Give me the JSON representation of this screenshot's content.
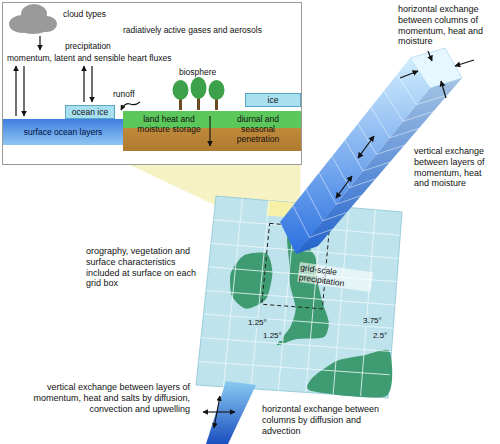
{
  "diagram": {
    "nodes": [
      {
        "text": [
          "cloud types",
          "radiatively active gases and aerosols",
          "precipitation",
          "momentum, latent and sensible heart fluxes",
          "biosphere",
          "runoff"
        ]
      },
      {
        "text": [
          "ocean ice"
        ],
        "in": 0
      },
      {
        "text": [
          "ice"
        ],
        "in": 0
      },
      {
        "text": [
          "surface ocean layers"
        ],
        "in": 0
      },
      {
        "text": [
          "land heat and moisture storage",
          "diurnal and seasonal penetration"
        ],
        "in": 0
      }
    ],
    "labels": [
      "horizontal exchange between columns of momentum, heat and moisture",
      "vertical exchange between layers of momentum, heat and moisture",
      "orography, vegetation and surface characteristics included at surface on each grid box",
      "grid-scale precipitation",
      "1.25°",
      "1.25°",
      "3.75°",
      "2.5°",
      "vertical exchange between layers of momentum, heat and salts by diffusion, convection and upwelling",
      "horizontal exchange between columns by diffusion and advection"
    ]
  }
}
